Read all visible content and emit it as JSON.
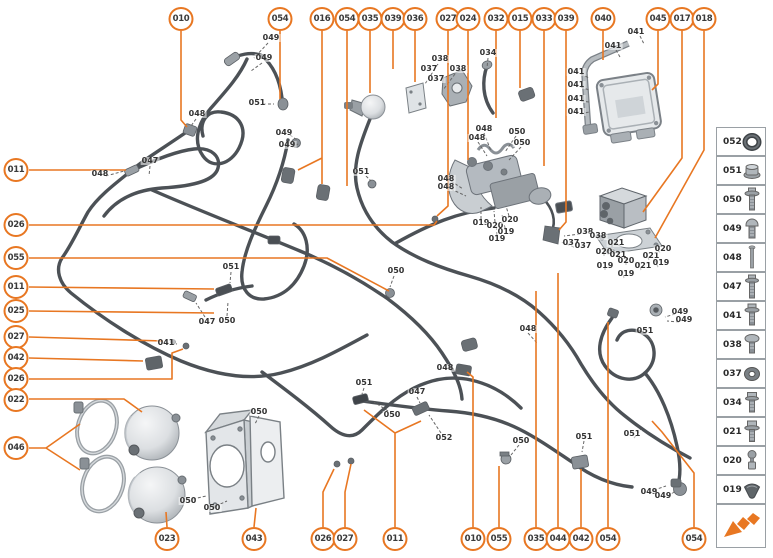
{
  "diagram": {
    "kind": "exploded-parts-diagram",
    "subject": "hydraulic lines, pressure accumulators and control unit"
  },
  "colors": {
    "accent": "#E87722",
    "pipe": "#4C5156",
    "part_fill": "#B9BEC3",
    "legend_border": "#9AA0A5",
    "text": "#333333"
  },
  "callouts": {
    "top": [
      "010",
      "054",
      "016",
      "054",
      "035",
      "039",
      "036",
      "027",
      "024",
      "032",
      "015",
      "033",
      "039",
      "040",
      "045",
      "017",
      "018"
    ],
    "left": [
      "011",
      "026",
      "055",
      "011",
      "025",
      "027",
      "042",
      "026",
      "022",
      "046"
    ],
    "bottom": [
      "023",
      "043",
      "026",
      "027",
      "011",
      "010",
      "055",
      "035",
      "044",
      "042",
      "054",
      "054"
    ]
  },
  "part_labels": [
    "049",
    "049",
    "051",
    "048",
    "047",
    "048",
    "049",
    "049",
    "051",
    "038",
    "037",
    "038",
    "037",
    "034",
    "048",
    "048",
    "050",
    "050",
    "041",
    "041",
    "041",
    "041",
    "041",
    "041",
    "048",
    "048",
    "019",
    "020",
    "020",
    "019",
    "019",
    "038",
    "038",
    "037",
    "037",
    "021",
    "020",
    "021",
    "020",
    "021",
    "020",
    "019",
    "021",
    "019",
    "019",
    "051",
    "047",
    "050",
    "050",
    "041",
    "051",
    "047",
    "050",
    "052",
    "048",
    "048",
    "049",
    "049",
    "051",
    "051",
    "049",
    "049",
    "051",
    "050",
    "050",
    "050",
    "050"
  ],
  "legend": {
    "items": [
      {
        "id": "052",
        "icon": "o-ring"
      },
      {
        "id": "051",
        "icon": "flange-nut"
      },
      {
        "id": "050",
        "icon": "flange-bolt"
      },
      {
        "id": "049",
        "icon": "round-head-bolt"
      },
      {
        "id": "048",
        "icon": "stud-bolt"
      },
      {
        "id": "047",
        "icon": "hex-flange-bolt"
      },
      {
        "id": "041",
        "icon": "hex-flange-bolt"
      },
      {
        "id": "038",
        "icon": "pan-head-screw"
      },
      {
        "id": "037",
        "icon": "washer"
      },
      {
        "id": "034",
        "icon": "hex-bolt"
      },
      {
        "id": "021",
        "icon": "hex-washer-bolt"
      },
      {
        "id": "020",
        "icon": "ball-stud"
      },
      {
        "id": "019",
        "icon": "dome-cap"
      }
    ],
    "nav_icon": "prev-page-arrow"
  }
}
